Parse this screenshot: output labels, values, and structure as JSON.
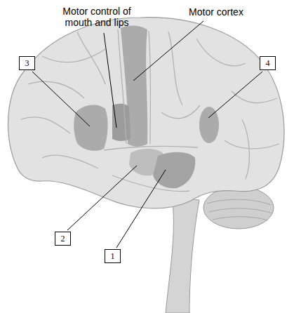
{
  "diagram": {
    "labels": [
      "Motor control of mouth and lips",
      "Motor cortex",
      "3",
      "4",
      "2",
      "1"
    ]
  }
}
